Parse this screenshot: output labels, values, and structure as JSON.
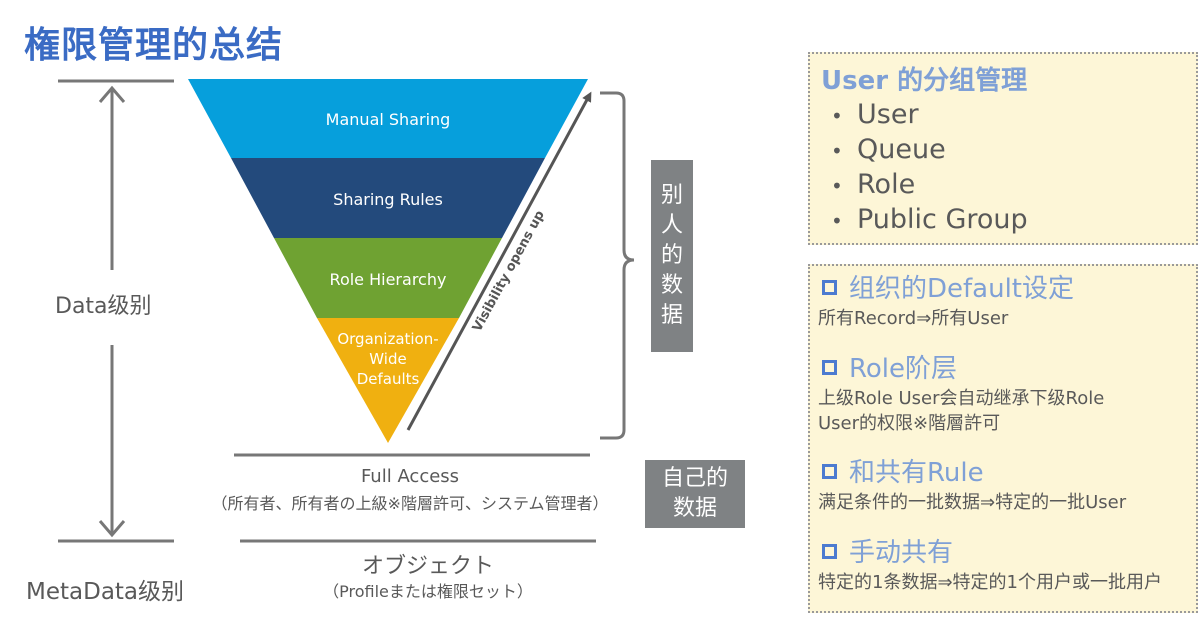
{
  "title": "権限管理的总结",
  "pyramid": {
    "layers": [
      {
        "label": "Manual Sharing",
        "color": "#069fdc"
      },
      {
        "label": "Sharing Rules",
        "color": "#234a7c"
      },
      {
        "label": "Role Hierarchy",
        "color": "#6fa232"
      },
      {
        "label": "Organization-\nWide\nDefaults",
        "color": "#f0b010"
      }
    ],
    "arrow_label": "Visibility opens up"
  },
  "left_labels": {
    "data_level": "Data级别",
    "metadata_level": "MetaData级别"
  },
  "right_labels": {
    "others_data": "别人的数据",
    "own_data": "自己的数据"
  },
  "base": {
    "full_access": "Full Access",
    "full_access_note": "（所有者、所有者の上級※階層許可、システム管理者）",
    "object": "オブジェクト",
    "object_note": "（Profileまたは権限セット）"
  },
  "panel_user_groups": {
    "title": "User 的分组管理",
    "items": [
      "User",
      "Queue",
      "Role",
      "Public Group"
    ]
  },
  "panel_sections": [
    {
      "heading": "组织的Default设定",
      "desc": "所有Record⇒所有User"
    },
    {
      "heading": "Role阶层",
      "desc": "上级Role  User会自动继承下级Role\nUser的权限※階層許可"
    },
    {
      "heading": "和共有Rule",
      "desc": "满足条件的一批数据⇒特定的一批User"
    },
    {
      "heading": "手动共有",
      "desc": "特定的1条数据⇒特定的1个用户或一批用户"
    }
  ],
  "colors": {
    "title": "#3a6bc4",
    "panel_bg": "#fdf6d7",
    "gray_box": "#7f8284",
    "accent": "#7fa0d6"
  }
}
